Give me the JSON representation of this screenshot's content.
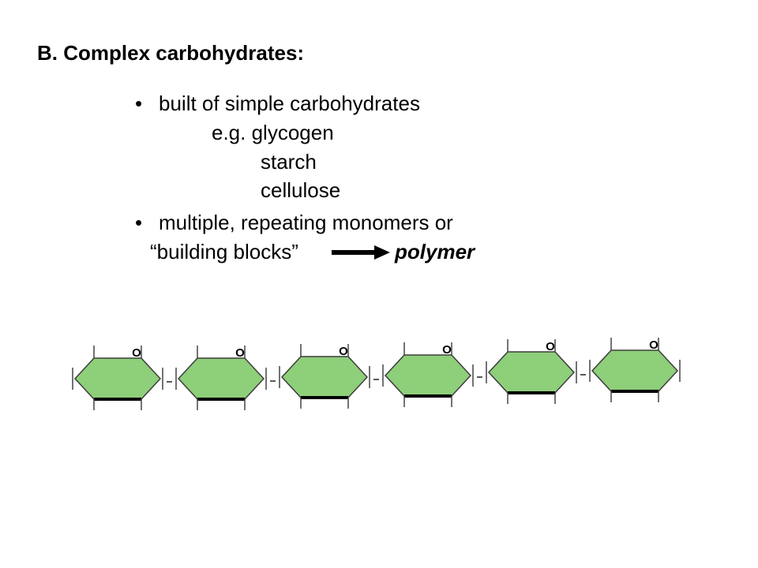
{
  "slide": {
    "title": "B. Complex carbohydrates:",
    "bullets": [
      {
        "dot": "•",
        "text": "built of simple carbohydrates"
      },
      {
        "dot": "•",
        "text": "multiple, repeating monomers or"
      }
    ],
    "examples": [
      "e.g. glycogen",
      "starch",
      "cellulose"
    ],
    "building_blocks": "“building blocks”",
    "result": "polymer"
  },
  "diagram": {
    "ring_label": "O",
    "ring_count": 6,
    "ring_fill": "#8ecf7a",
    "ring_stroke": "#000000"
  }
}
